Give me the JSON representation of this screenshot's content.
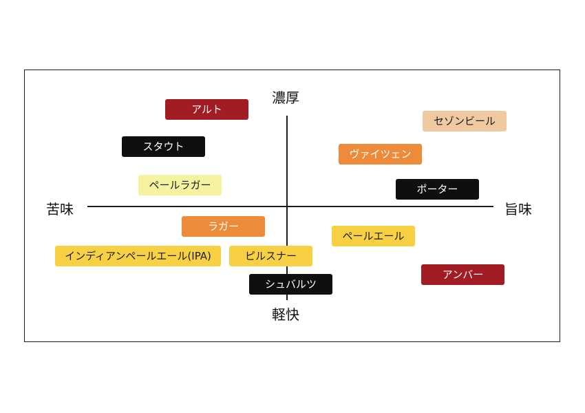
{
  "axes": {
    "top": "濃厚",
    "bottom": "軽快",
    "left": "苦味",
    "right": "旨味"
  },
  "colors": {
    "dark_red": "#a11d23",
    "black": "#0f0f0f",
    "orange": "#ee8b3a",
    "yellow": "#f8d044",
    "pale_yellow": "#f5f3a0",
    "peach": "#f1c9a0"
  },
  "styles": [
    {
      "label": "アルト",
      "color": "dark_red"
    },
    {
      "label": "セゾンビール",
      "color": "peach"
    },
    {
      "label": "スタウト",
      "color": "black"
    },
    {
      "label": "ヴァイツェン",
      "color": "orange"
    },
    {
      "label": "ペールラガー",
      "color": "pale_yellow"
    },
    {
      "label": "ポーター",
      "color": "black"
    },
    {
      "label": "ラガー",
      "color": "orange"
    },
    {
      "label": "ペールエール",
      "color": "yellow"
    },
    {
      "label": "インディアンペールエール(IPA)",
      "color": "yellow"
    },
    {
      "label": "ピルスナー",
      "color": "yellow"
    },
    {
      "label": "アンバー",
      "color": "dark_red"
    },
    {
      "label": "シュバルツ",
      "color": "black"
    }
  ]
}
